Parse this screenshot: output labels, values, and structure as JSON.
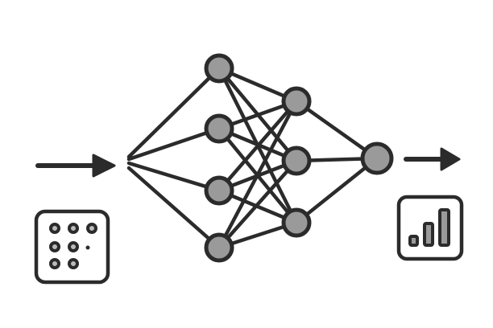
{
  "colors": {
    "stroke": "#2b2b2b",
    "node_fill": "#9a9a9a",
    "background": "#ffffff"
  },
  "diagram": {
    "type": "neural-network",
    "layers": [
      4,
      3,
      1
    ],
    "input_icon": "dot-grid-icon",
    "output_icon": "bar-chart-icon"
  }
}
